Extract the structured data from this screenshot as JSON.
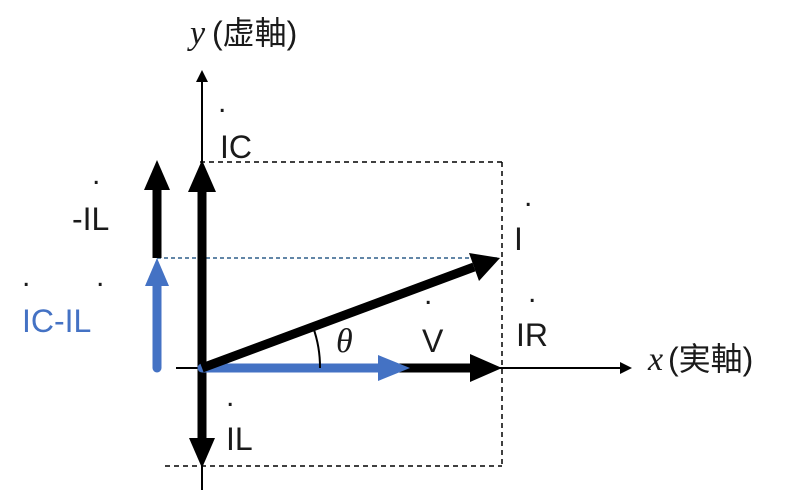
{
  "axes": {
    "x_symbol": "x",
    "x_label": "(実軸)",
    "y_symbol": "y",
    "y_label": "(虚軸)"
  },
  "labels": {
    "ic": "IC",
    "neg_il": "-IL",
    "i": "I",
    "ic_minus_il": "IC-IL",
    "v": "V",
    "ir": "IR",
    "il": "IL",
    "theta": "θ",
    "dot": "."
  },
  "colors": {
    "black": "#000000",
    "blue": "#4472c4",
    "dashed_blue": "#2e5f8a"
  }
}
